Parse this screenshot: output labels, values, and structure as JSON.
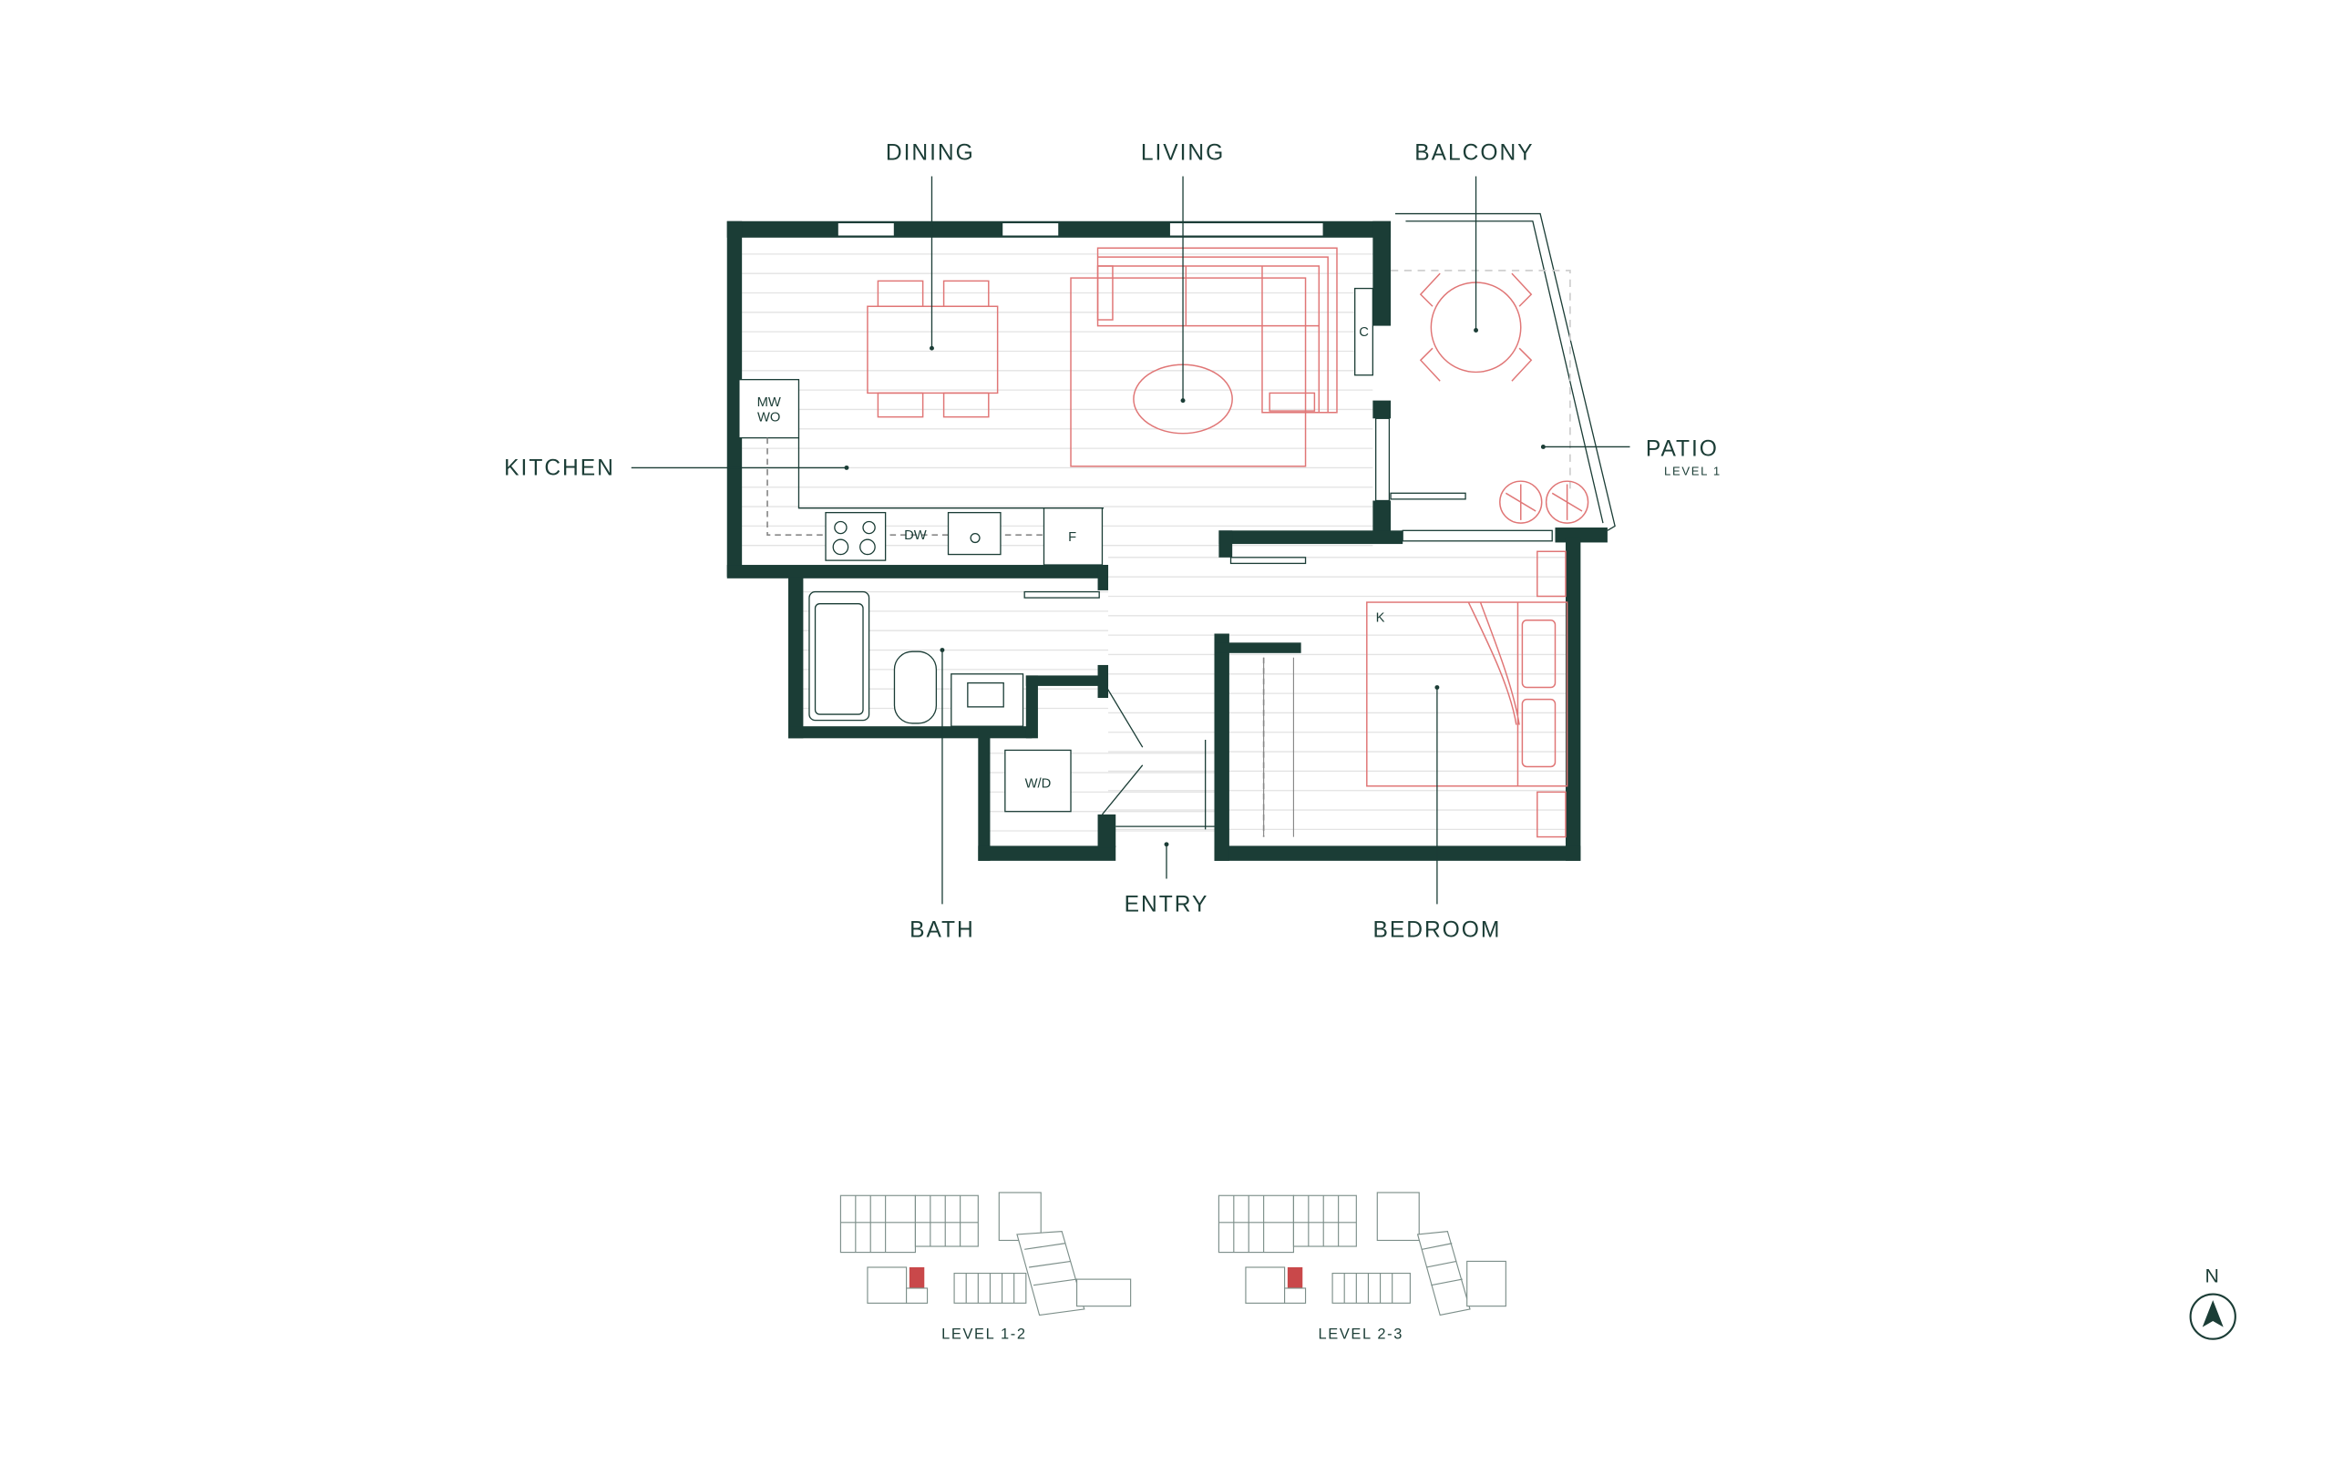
{
  "rooms": {
    "dining": "DINING",
    "living": "LIVING",
    "balcony": "BALCONY",
    "kitchen": "KITCHEN",
    "patio": "PATIO",
    "patio_level": "LEVEL 1",
    "bath": "BATH",
    "entry": "ENTRY",
    "bedroom": "BEDROOM"
  },
  "fixtures": {
    "microwave_oven_1": "MW",
    "microwave_oven_2": "WO",
    "dishwasher": "DW",
    "fridge": "F",
    "closet": "C",
    "bed_size": "K",
    "washer_dryer": "W/D"
  },
  "keyplans": [
    {
      "label": "LEVEL 1-2"
    },
    {
      "label": "LEVEL 2-3"
    }
  ],
  "compass": {
    "label": "N"
  },
  "colors": {
    "wall": "#1b3d36",
    "furniture": "#e07676",
    "highlight": "#c9484a"
  }
}
